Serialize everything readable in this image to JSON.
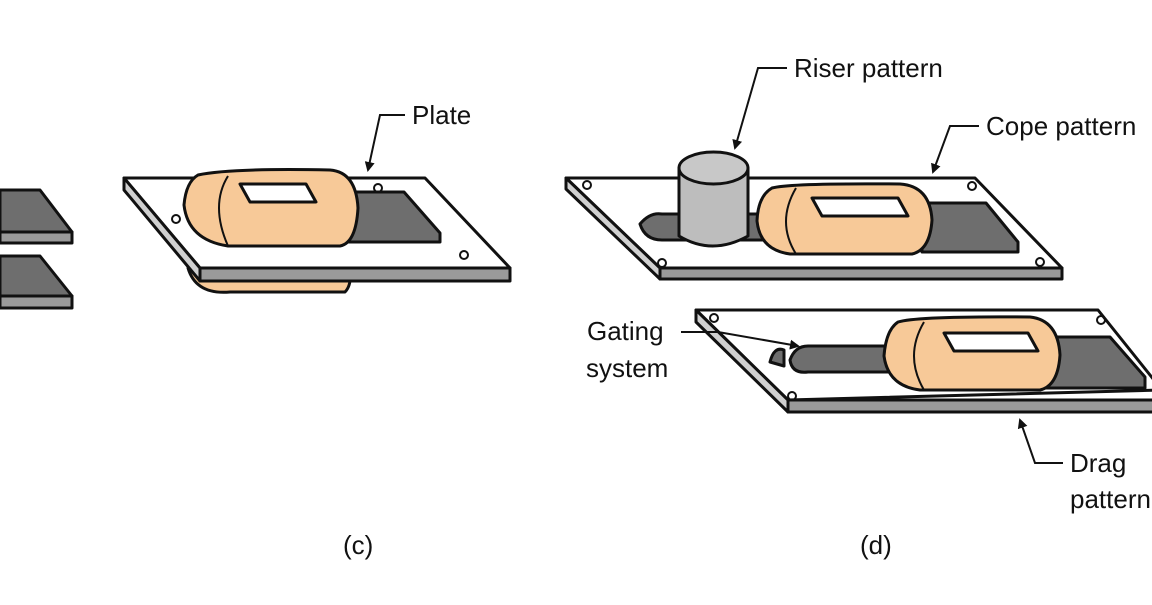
{
  "labels": {
    "plate": "Plate",
    "riser_pattern": "Riser pattern",
    "cope_pattern": "Cope pattern",
    "gating_system_line1": "Gating",
    "gating_system_line2": "system",
    "drag_pattern_line1": "Drag",
    "drag_pattern_line2": "pattern",
    "caption_c": "(c)",
    "caption_d": "(d)"
  },
  "colors": {
    "pattern_fill": "#f7c998",
    "plate_top": "#ffffff",
    "plate_edge": "#9a9a9a",
    "gate_fill": "#6e6e6e",
    "riser_fill": "#bdbdbd",
    "ink": "#111111"
  }
}
